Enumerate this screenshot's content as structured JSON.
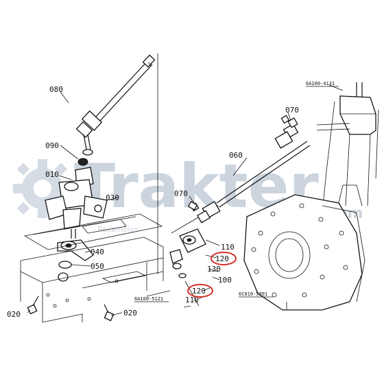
{
  "watermark": {
    "brand": "Trakter",
    "tld": ".com",
    "sub": "Recambios",
    "color": "#bcc6d2"
  },
  "colors": {
    "line": "#111111",
    "highlight": "#d8322c"
  },
  "labels": {
    "p080": "080",
    "p090": "090",
    "p010": "010",
    "p030": "030",
    "p040": "040",
    "p050": "050",
    "p020a": "020",
    "p020b": "020",
    "p070a": "070",
    "p070b": "070",
    "p060": "060",
    "p110a": "110",
    "p120a": "120",
    "p130": "130",
    "p100": "100",
    "p120b": "120",
    "p110b": "110"
  },
  "references": {
    "r1": "6A100-4131",
    "r2": "6A100-5121",
    "r3": "6C010-5891"
  }
}
